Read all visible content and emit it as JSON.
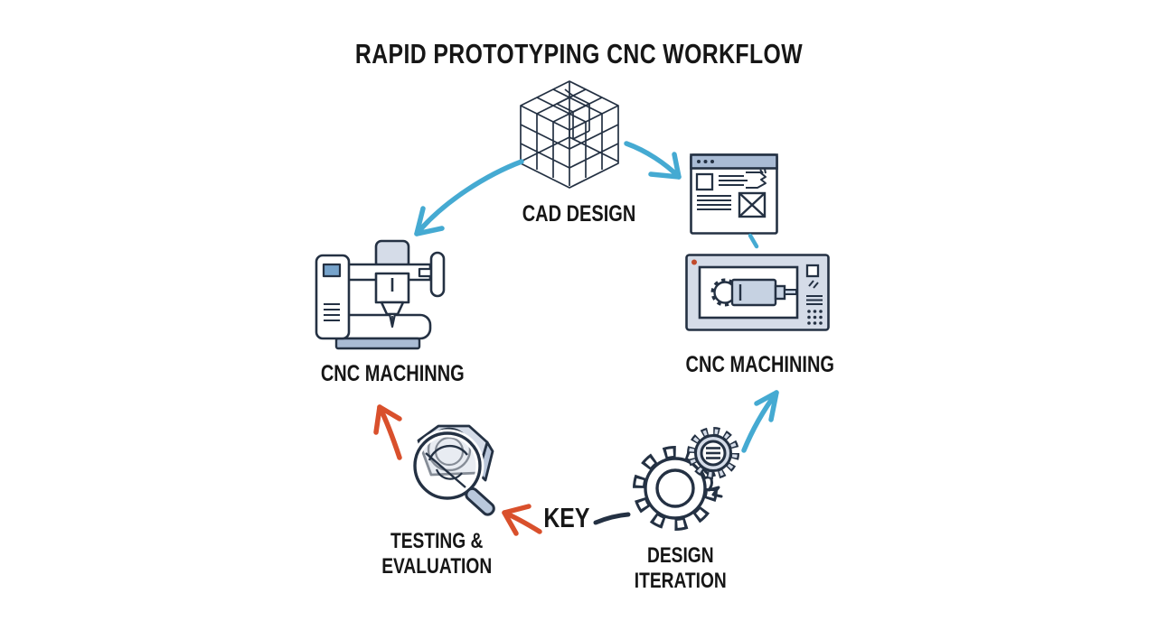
{
  "title": "RAPID PROTOTYPING CNC WORKFLOW",
  "colors": {
    "background": "#ffffff",
    "outline": "#243143",
    "text": "#161616",
    "arrow_blue": "#45aad2",
    "arrow_red": "#d9502c",
    "fill_light": "#d5dce8",
    "fill_medium": "#a9bbd4",
    "fill_screen_blue": "#76a3cb",
    "indicator_red_dot": "#c14a2c"
  },
  "nodes": {
    "cad_design": {
      "label": "CAD DESIGN",
      "icon": "wireframe-cube-icon"
    },
    "cam_program_window": {
      "icon": "cam-program-window-icon"
    },
    "cnc_machining_right": {
      "label": "CNC MACHINING",
      "icon": "cnc-control-screen-icon"
    },
    "cnc_machining_left": {
      "label": "CNC MACHINNG",
      "icon": "cnc-milling-machine-icon"
    },
    "testing_evaluation": {
      "label_line1": "TESTING &",
      "label_line2": "EVALUATION",
      "icon": "magnifier-hex-nut-icon"
    },
    "design_iteration": {
      "label_line1": "DESIGN",
      "label_line2": "ITERATION",
      "icon": "gears-icon"
    },
    "key": {
      "label": "KEY"
    }
  },
  "arrows": [
    {
      "name": "arrow-cad-to-cnc-machine",
      "color": "#45aad2",
      "from": "CAD DESIGN",
      "to": "CNC MACHINNG"
    },
    {
      "name": "arrow-cad-to-cam-window",
      "color": "#45aad2",
      "from": "CAD DESIGN",
      "to": "CAM program window"
    },
    {
      "name": "dash-cam-to-control",
      "color": "#45aad2",
      "from": "CAM program window",
      "to": "CNC MACHINING"
    },
    {
      "name": "arrow-iteration-to-cnc-machining",
      "color": "#45aad2",
      "from": "DESIGN ITERATION",
      "to": "CNC MACHINING"
    },
    {
      "name": "arrow-key-to-testing",
      "color": "#d9502c",
      "from": "KEY",
      "to": "TESTING & EVALUATION"
    },
    {
      "name": "arrow-testing-to-machine",
      "color": "#d9502c",
      "from": "TESTING & EVALUATION",
      "to": "CNC MACHINNG"
    },
    {
      "name": "dash-key-to-iteration",
      "color": "#243143",
      "from": "KEY",
      "to": "DESIGN ITERATION"
    }
  ]
}
